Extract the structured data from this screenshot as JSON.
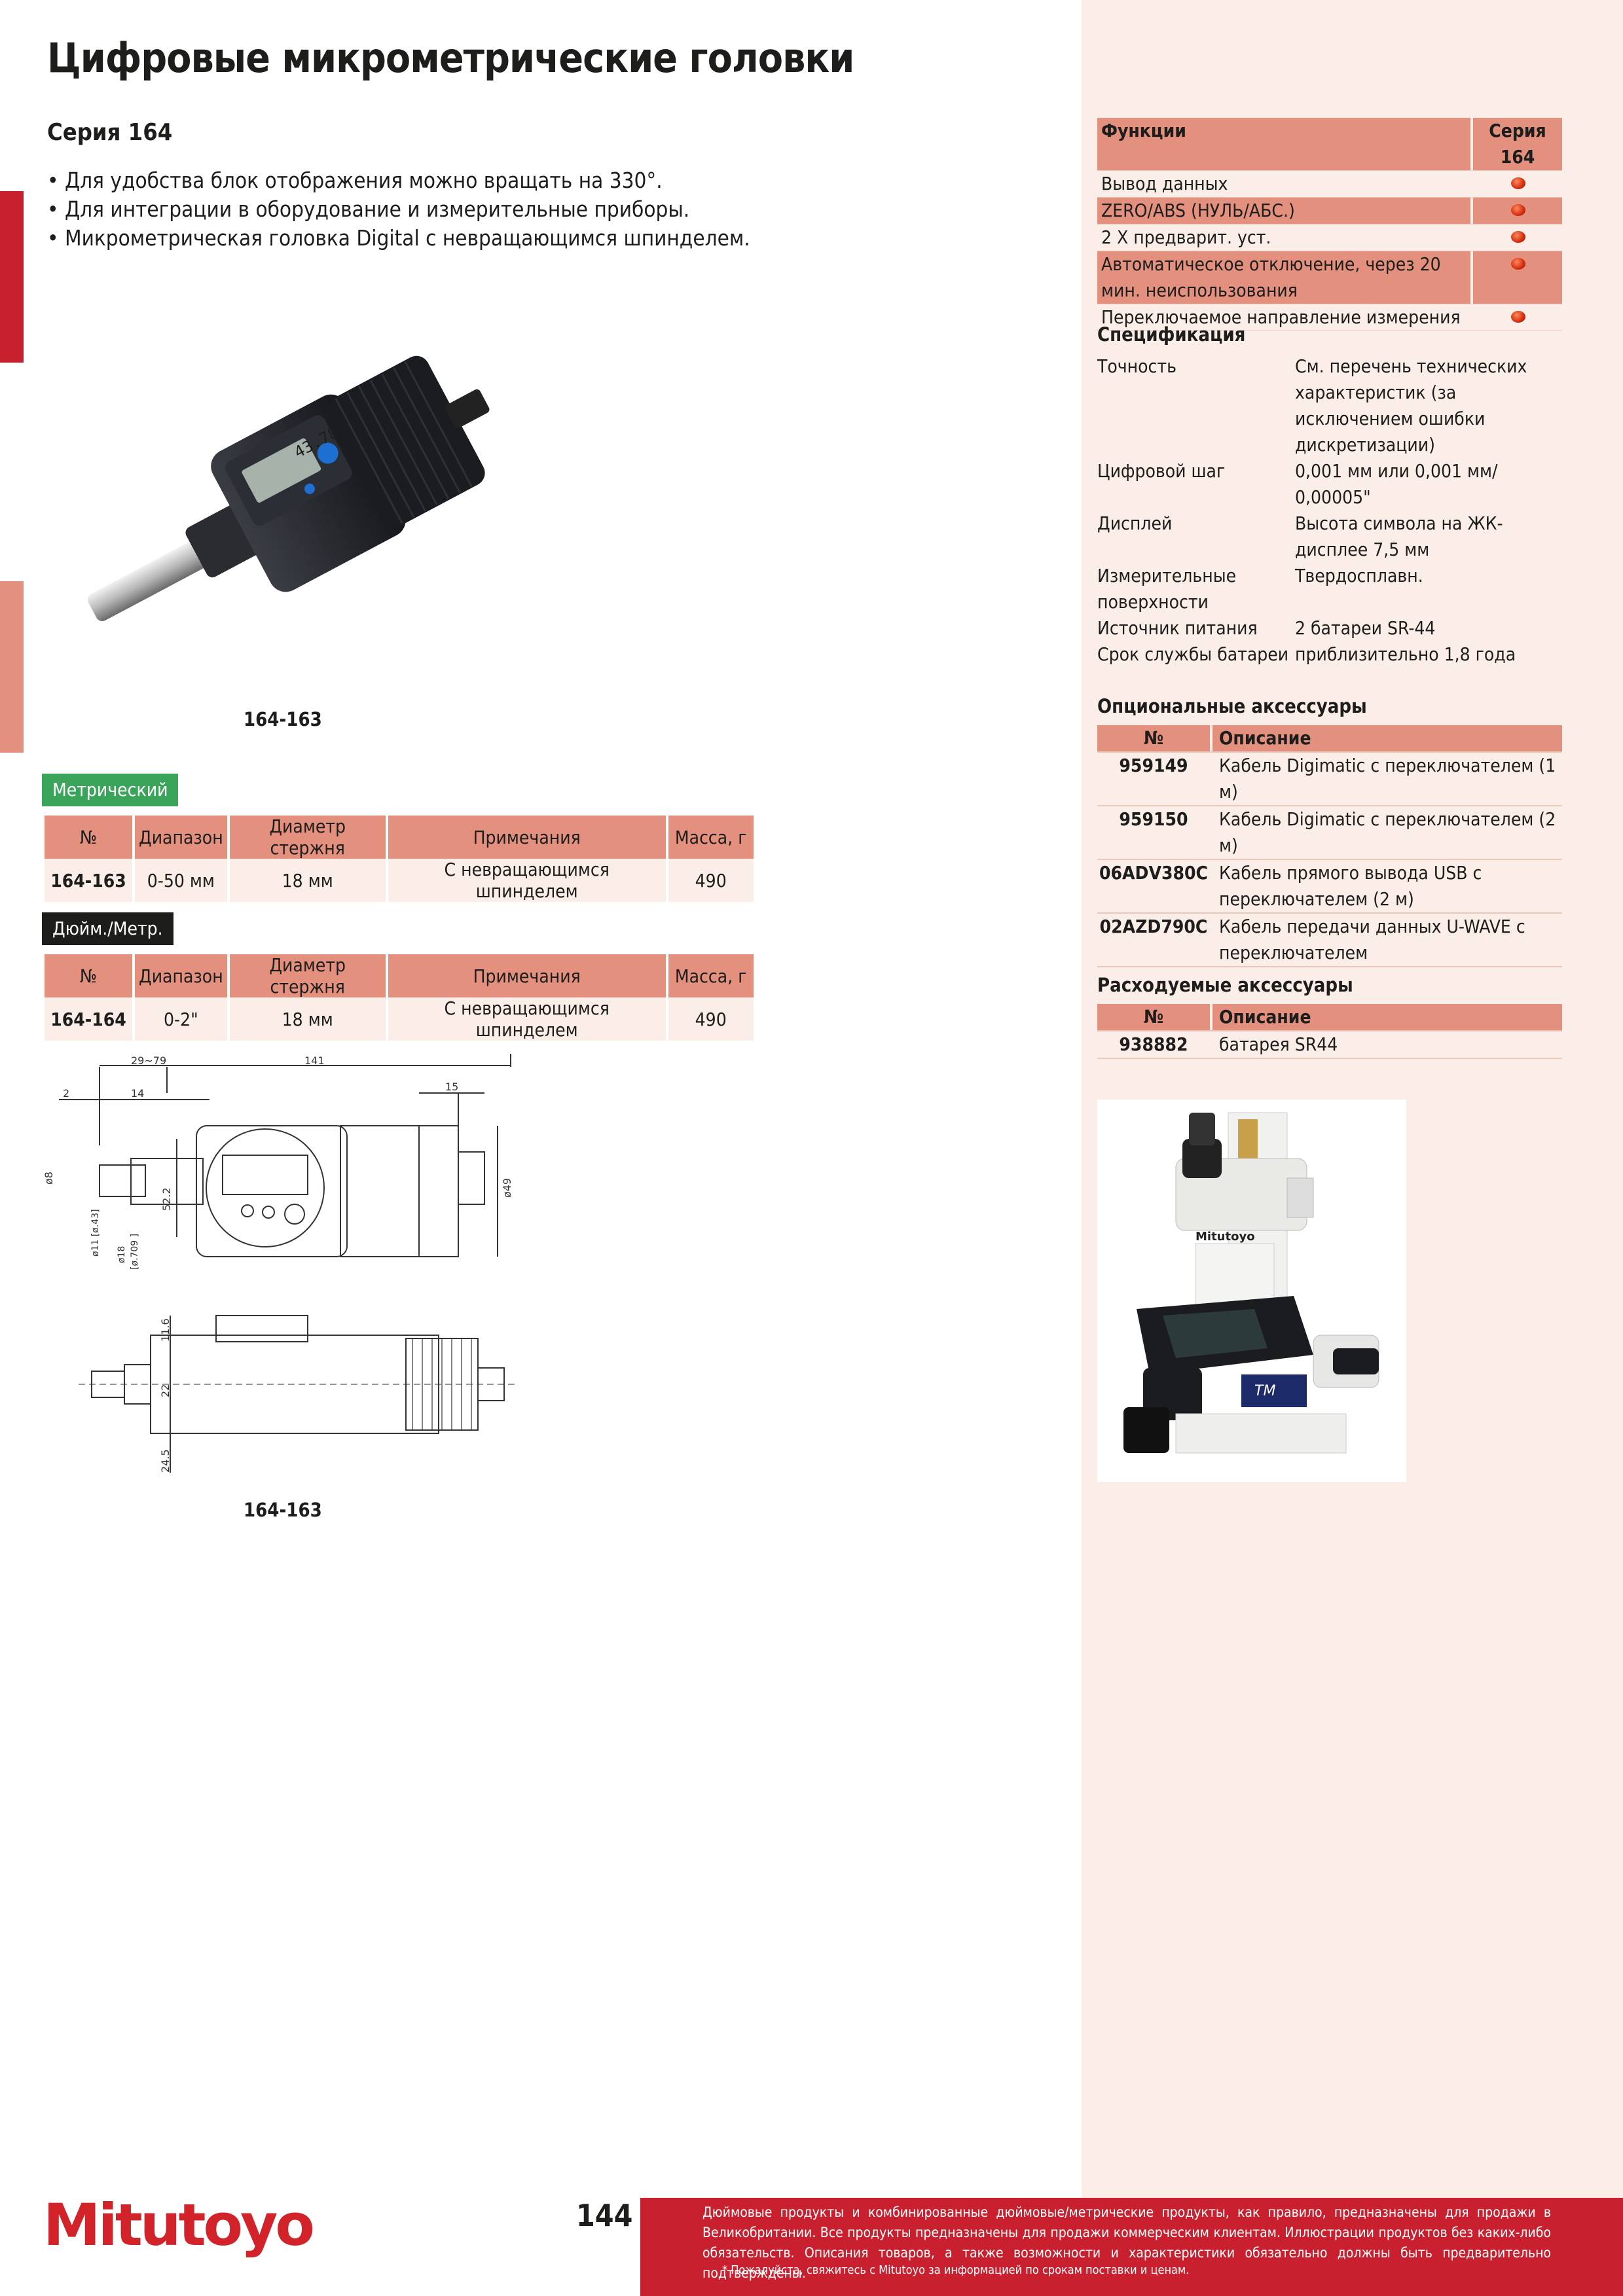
{
  "title": "Цифровые микрометрические головки",
  "series": "Серия 164",
  "bullets": [
    "Для удобства блок отображения можно вращать на 330°.",
    "Для интеграции в оборудование и измерительные приборы.",
    "Микрометрическая головка Digital с невращающимся шпинделем."
  ],
  "product_caption": "164-163",
  "product_display_reading": "43.78",
  "metric": {
    "tag": "Метрический",
    "tag_color": "#3aa55a",
    "headers": [
      "№",
      "Диапазон",
      "Диаметр стержня",
      "Примечания",
      "Масса, г"
    ],
    "row": [
      "164-163",
      "0-50 мм",
      "18 мм",
      "С невращающимся шпинделем",
      "490"
    ]
  },
  "inch": {
    "tag": "Дюйм./Метр.",
    "tag_color": "#1d1d1b",
    "headers": [
      "№",
      "Диапазон",
      "Диаметр стержня",
      "Примечания",
      "Масса, г"
    ],
    "row": [
      "164-164",
      "0-2\"",
      "18 мм",
      "С невращающимся шпинделем",
      "490"
    ]
  },
  "drawing": {
    "dims": [
      "29~79",
      "141",
      "2",
      "14",
      "15",
      "ø8",
      "ø11 [ø.43]",
      "ø18 ",
      "[ø.709 ]",
      "52.2",
      "ø49",
      "11.6",
      "22",
      "24.5"
    ],
    "caption": "164-163"
  },
  "functions": {
    "header": [
      "Функции",
      "Серия 164"
    ],
    "rows": [
      "Вывод данных",
      "ZERO/ABS (НУЛЬ/АБС.)",
      "2 X предварит. уст.",
      "Автоматическое отключение, через 20 мин. неиспользования",
      "Переключаемое направление измерения"
    ]
  },
  "spec": {
    "heading": "Спецификация",
    "rows": [
      {
        "k": "Точность",
        "v": "См. перечень технических характеристик (за исключением ошибки дискретизации)"
      },
      {
        "k": "Цифровой шаг",
        "v": "0,001 мм или 0,001 мм/ 0,00005\""
      },
      {
        "k": "Дисплей",
        "v": "Высота символа на ЖК-дисплее 7,5 мм"
      },
      {
        "k": "Измерительные поверхности",
        "v": "Твердосплавн."
      },
      {
        "k": "Источник питания",
        "v": "2 батареи SR-44"
      },
      {
        "k": "Срок службы батареи",
        "v": "приблизительно 1,8 года"
      }
    ]
  },
  "optional": {
    "heading": "Опциональные аксессуары",
    "headers": [
      "№",
      "Описание"
    ],
    "rows": [
      {
        "no": "959149",
        "desc": "Кабель Digimatic с переключателем (1 м)"
      },
      {
        "no": "959150",
        "desc": "Кабель Digimatic с переключателем (2 м)"
      },
      {
        "no": "06ADV380C",
        "desc": "Кабель прямого вывода USB с переключателем (2 м)"
      },
      {
        "no": "02AZD790C",
        "desc": "Кабель передачи данных U-WAVE с переключателем"
      }
    ]
  },
  "consumable": {
    "heading": "Расходуемые аксессуары",
    "headers": [
      "№",
      "Описание"
    ],
    "rows": [
      {
        "no": "938882",
        "desc": "батарея SR44"
      }
    ]
  },
  "microscope_brand": "Mitutoyo",
  "microscope_label": "TM",
  "logo": "Mitutoyo",
  "page_number": "144",
  "footer": "Дюймовые продукты и комбинированные дюймовые/метрические продукты, как правило, предназначены для продажи в Великобритании. Все продукты предназначены для продажи коммерческим клиентам. Иллюстрации продуктов без каких-либо обязательств. Описания товаров, а также возможности и характеристики обязательно должны быть предварительно подтверждены.",
  "footer_note": "* Пожалуйста, свяжитесь с Mitutoyo за информацией по срокам поставки и ценам.",
  "colors": {
    "brand_red": "#c8202f",
    "salmon": "#e3907f",
    "pane": "#fbeee8"
  }
}
